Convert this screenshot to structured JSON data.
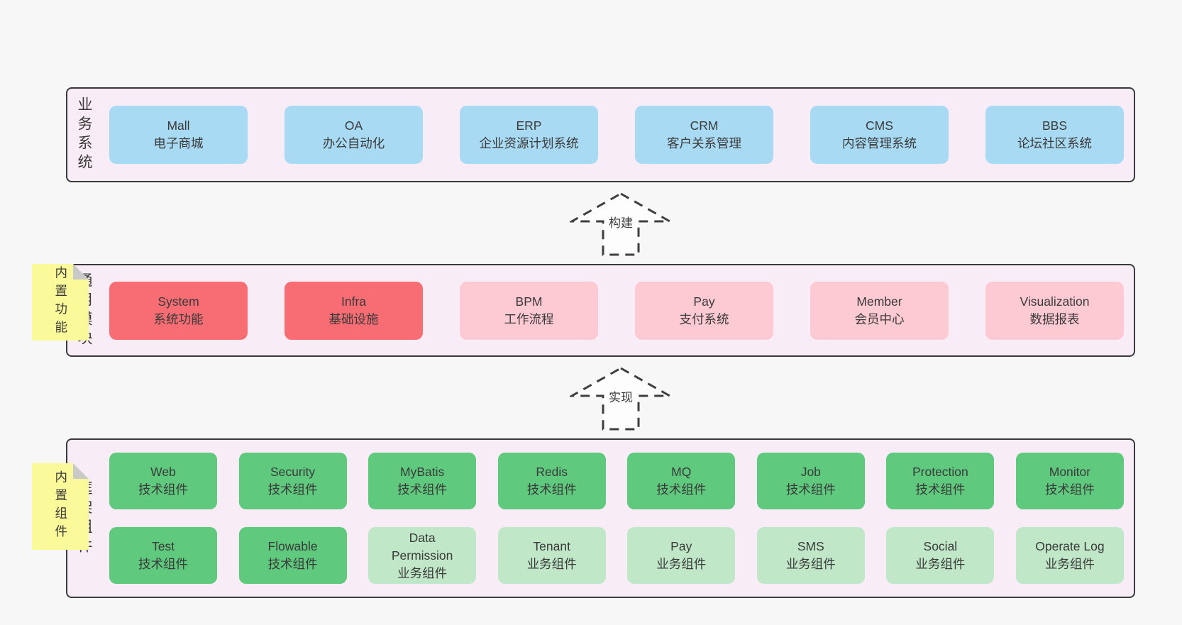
{
  "colors": {
    "page_bg": "#f7f7f7",
    "panel_bg": "#f8edf6",
    "panel_border": "#3a3a3a",
    "blue_box": "#a9daf3",
    "red_box": "#f76d73",
    "pink_box": "#fdc9d2",
    "green_box": "#5fc97e",
    "light_green_box": "#c0e8c8",
    "sticky_note": "#fafa9b",
    "note_fold": "#c9c9c9",
    "text": "#3a3a3a"
  },
  "arrows": [
    {
      "label": "构建"
    },
    {
      "label": "实现"
    }
  ],
  "notes": [
    {
      "label": "内置功能"
    },
    {
      "label": "内置组件"
    }
  ],
  "sections": [
    {
      "label": "业务系统",
      "boxes": [
        {
          "title": "Mall",
          "subtitle": "电子商城"
        },
        {
          "title": "OA",
          "subtitle": "办公自动化"
        },
        {
          "title": "ERP",
          "subtitle": "企业资源计划系统"
        },
        {
          "title": "CRM",
          "subtitle": "客户关系管理"
        },
        {
          "title": "CMS",
          "subtitle": "内容管理系统"
        },
        {
          "title": "BBS",
          "subtitle": "论坛社区系统"
        }
      ]
    },
    {
      "label": "通用模块",
      "boxes": [
        {
          "title": "System",
          "subtitle": "系统功能"
        },
        {
          "title": "Infra",
          "subtitle": "基础设施"
        },
        {
          "title": "BPM",
          "subtitle": "工作流程"
        },
        {
          "title": "Pay",
          "subtitle": "支付系统"
        },
        {
          "title": "Member",
          "subtitle": "会员中心"
        },
        {
          "title": "Visualization",
          "subtitle": "数据报表"
        }
      ]
    },
    {
      "label": "框架组件",
      "rows": [
        [
          {
            "title": "Web",
            "subtitle": "技术组件"
          },
          {
            "title": "Security",
            "subtitle": "技术组件"
          },
          {
            "title": "MyBatis",
            "subtitle": "技术组件"
          },
          {
            "title": "Redis",
            "subtitle": "技术组件"
          },
          {
            "title": "MQ",
            "subtitle": "技术组件"
          },
          {
            "title": "Job",
            "subtitle": "技术组件"
          },
          {
            "title": "Protection",
            "subtitle": "技术组件"
          },
          {
            "title": "Monitor",
            "subtitle": "技术组件"
          }
        ],
        [
          {
            "title": "Test",
            "subtitle": "技术组件"
          },
          {
            "title": "Flowable",
            "subtitle": "技术组件"
          },
          {
            "title": "Data Permission",
            "subtitle": "业务组件"
          },
          {
            "title": "Tenant",
            "subtitle": "业务组件"
          },
          {
            "title": "Pay",
            "subtitle": "业务组件"
          },
          {
            "title": "SMS",
            "subtitle": "业务组件"
          },
          {
            "title": "Social",
            "subtitle": "业务组件"
          },
          {
            "title": "Operate Log",
            "subtitle": "业务组件"
          }
        ]
      ]
    }
  ]
}
